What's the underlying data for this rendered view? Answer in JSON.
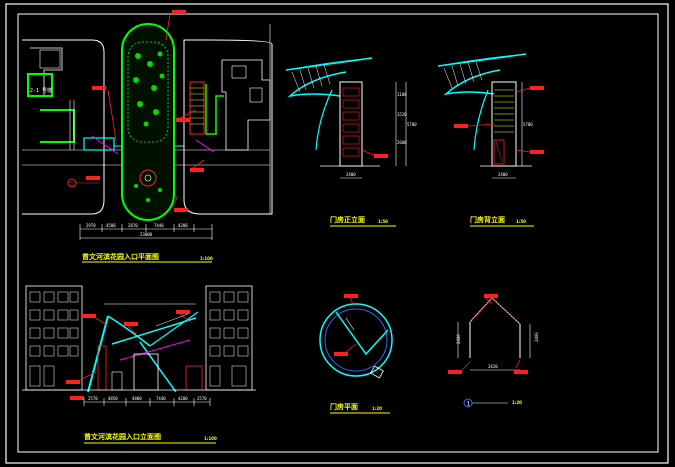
{
  "drawing": {
    "plan_title": "曾文河滨花园入口平面图",
    "plan_scale": "1:100",
    "elevation_title": "曾文河滨花园入口立面图",
    "elevation_scale": "1:100",
    "side_elev_title": "门房正立面",
    "side_elev_scale": "1:50",
    "back_elev_title": "门房背立面",
    "back_elev_scale": "1:50",
    "gate_plan_title": "门房平面",
    "gate_plan_scale": "1:20",
    "detail_scale": "1:20",
    "detail_marker": "1",
    "plan_marker": "1",
    "road_label": "2-1 号楼"
  },
  "plan_dims": [
    "2970",
    "4500",
    "2870",
    "7440",
    "4200",
    "23000"
  ],
  "elev_dims": [
    "2570",
    "4850",
    "4800",
    "7440",
    "4200",
    "2570"
  ],
  "side_dims": [
    "1100",
    "1520",
    "2600",
    "5700",
    "2400"
  ],
  "back_dims": [
    "5700",
    "2400"
  ],
  "detail_dims": [
    "2400",
    "3420",
    "2400"
  ],
  "colors": {
    "background": "#000000",
    "frame": "#ffffff",
    "cyan": "#00ffff",
    "green": "#00ff00",
    "yellow": "#ffff00",
    "red": "#ff0000",
    "magenta": "#ff00ff",
    "blue": "#3366ff"
  }
}
